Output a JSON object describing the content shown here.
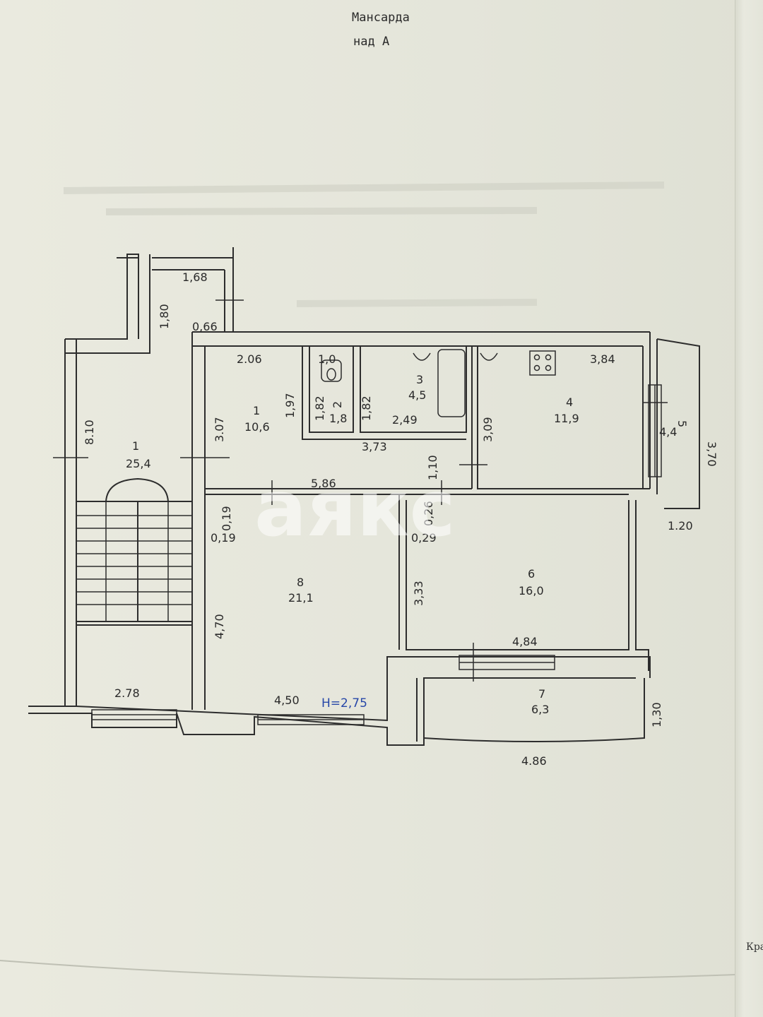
{
  "title": {
    "line1": "Мансарда",
    "line2": "над А"
  },
  "height_note": "H=2,75",
  "watermark": "аякс",
  "corner_text": "Кра",
  "rooms": [
    {
      "id": "room-1-hall",
      "number": "1",
      "area": "25,4"
    },
    {
      "id": "room-1-corridor",
      "number": "1",
      "area": "10,6"
    },
    {
      "id": "room-2",
      "number": "2",
      "area": "1,8"
    },
    {
      "id": "room-3",
      "number": "3",
      "area": "4,5"
    },
    {
      "id": "room-4",
      "number": "4",
      "area": "11,9"
    },
    {
      "id": "room-5",
      "number": "5",
      "area": "4,4"
    },
    {
      "id": "room-6",
      "number": "6",
      "area": "16,0"
    },
    {
      "id": "room-7",
      "number": "7",
      "area": "6,3"
    },
    {
      "id": "room-8",
      "number": "8",
      "area": "21,1"
    }
  ],
  "dimensions": {
    "d_1_68": "1,68",
    "d_1_80": "1,80",
    "d_0_66": "0,66",
    "d_8_10": "8.10",
    "d_2_06": "2.06",
    "d_1_0": "1,0",
    "d_3_84": "3,84",
    "d_3_07": "3.07",
    "d_1_97": "1,97",
    "d_1_82a": "1,82",
    "d_1_82b": "1,82",
    "d_2_49": "2,49",
    "d_3_73": "3,73",
    "d_3_09": "3,09",
    "d_3_70": "3,70",
    "d_1_10": "1,10",
    "d_5_86": "5,86",
    "d_0_26": "0,26",
    "d_0_19a": "0,19",
    "d_0_19b": "0,19",
    "d_0_29": "0,29",
    "d_1_20": "1.20",
    "d_3_33": "3,33",
    "d_4_70": "4,70",
    "d_4_84": "4,84",
    "d_2_78": "2.78",
    "d_4_50": "4,50",
    "d_1_30": "1,30",
    "d_4_86": "4.86"
  },
  "colors": {
    "paper": "#e6e6dc",
    "ink": "#2a2a2a",
    "height_note": "#2747a8"
  }
}
